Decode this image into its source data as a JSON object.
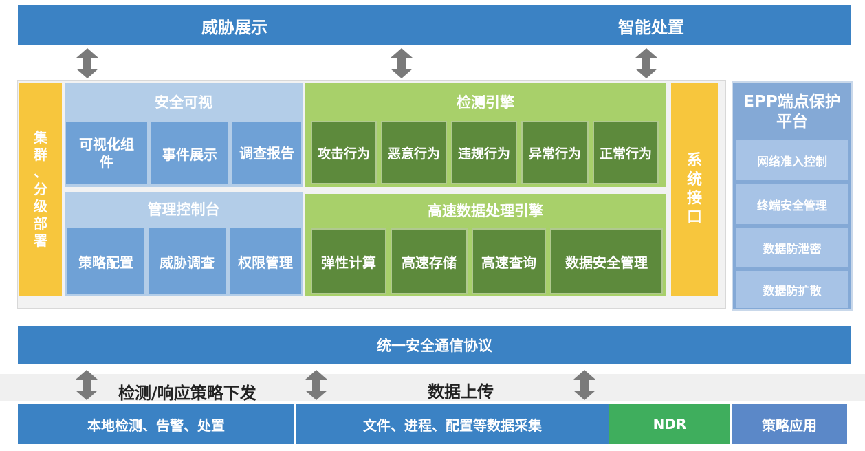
{
  "top": {
    "left_label": "威胁展示",
    "right_label": "智能处置"
  },
  "left_side": {
    "label": "集群、分级部署",
    "chars": [
      "集",
      "群",
      "、",
      "分",
      "级",
      "部",
      "署"
    ]
  },
  "security_visual": {
    "title": "安全可视",
    "items": [
      "可视化组件",
      "事件展示",
      "调查报告"
    ]
  },
  "console": {
    "title": "管理控制台",
    "items": [
      "策略配置",
      "威胁调查",
      "权限管理"
    ]
  },
  "detection": {
    "title": "检测引擎",
    "items": [
      "攻击行为",
      "恶意行为",
      "违规行为",
      "异常行为",
      "正常行为"
    ]
  },
  "processing": {
    "title": "高速数据处理引擎",
    "items": [
      "弹性计算",
      "高速存储",
      "高速查询",
      "数据安全管理"
    ]
  },
  "system_interface": {
    "label": "系统接口",
    "chars": [
      "系",
      "统",
      "接",
      "口"
    ]
  },
  "epp": {
    "title": "EPP端点保护平台",
    "items": [
      "网络准入控制",
      "终端安全管理",
      "数据防泄密",
      "数据防扩散"
    ]
  },
  "protocol": {
    "label": "统一安全通信协议"
  },
  "middle": {
    "left_label": "检测/响应策略下发",
    "right_label": "数据上传"
  },
  "bottom": {
    "items": [
      "本地检测、告警、处置",
      "文件、进程、配置等数据采集",
      "NDR",
      "策略应用"
    ]
  },
  "colors": {
    "blue": "#3b82c4",
    "light_blue": "#b3cde8",
    "mid_blue": "#6fa1d6",
    "green_light": "#a8d06a",
    "green_dark": "#5d8a3c",
    "yellow": "#f7c63d",
    "ndr_green": "#3fae5d"
  }
}
